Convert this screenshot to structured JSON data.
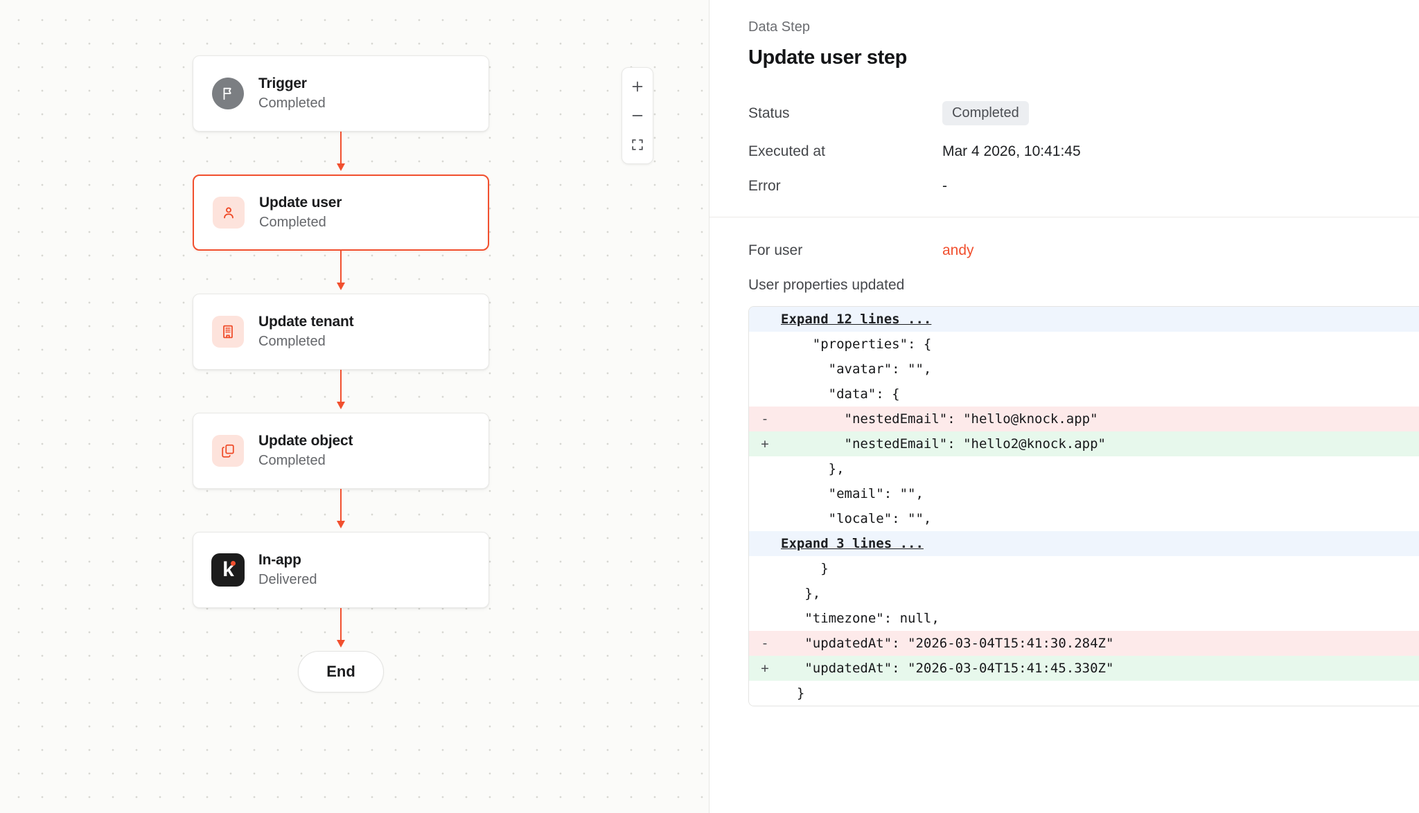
{
  "canvas": {
    "zoom_controls": {
      "zoom_in_label": "+",
      "zoom_out_label": "−",
      "fit_view_label": "fit-view"
    },
    "nodes": [
      {
        "title": "Trigger",
        "status": "Completed",
        "icon": "flag-icon",
        "icon_style": "circle-gray",
        "selected": false
      },
      {
        "title": "Update user",
        "status": "Completed",
        "icon": "user-icon",
        "icon_style": "soft-orange",
        "selected": true
      },
      {
        "title": "Update tenant",
        "status": "Completed",
        "icon": "building-icon",
        "icon_style": "soft-orange",
        "selected": false
      },
      {
        "title": "Update object",
        "status": "Completed",
        "icon": "copy-icon",
        "icon_style": "soft-orange",
        "selected": false
      },
      {
        "title": "In-app",
        "status": "Delivered",
        "icon": "knock-logo-icon",
        "icon_style": "knock-dark",
        "selected": false
      }
    ],
    "end_label": "End"
  },
  "panel": {
    "eyebrow": "Data Step",
    "title": "Update user step",
    "fields": [
      {
        "label": "Status",
        "value": "Completed",
        "kind": "badge"
      },
      {
        "label": "Executed at",
        "value": "Mar 4 2026, 10:41:45",
        "kind": "text"
      },
      {
        "label": "Error",
        "value": "-",
        "kind": "text"
      }
    ],
    "for_user_label": "For user",
    "for_user_value": "andy",
    "properties_label": "User properties updated",
    "diff": [
      {
        "marker": "",
        "type": "expand",
        "text": "Expand 12 lines ..."
      },
      {
        "marker": "",
        "type": "ctx",
        "text": "    \"properties\": {"
      },
      {
        "marker": "",
        "type": "ctx",
        "text": "      \"avatar\": \"\","
      },
      {
        "marker": "",
        "type": "ctx",
        "text": "      \"data\": {"
      },
      {
        "marker": "-",
        "type": "del",
        "text": "        \"nestedEmail\": \"hello@knock.app\""
      },
      {
        "marker": "+",
        "type": "add",
        "text": "        \"nestedEmail\": \"hello2@knock.app\""
      },
      {
        "marker": "",
        "type": "ctx",
        "text": "      },"
      },
      {
        "marker": "",
        "type": "ctx",
        "text": "      \"email\": \"\","
      },
      {
        "marker": "",
        "type": "ctx",
        "text": "      \"locale\": \"\","
      },
      {
        "marker": "",
        "type": "expand",
        "text": "Expand 3 lines ..."
      },
      {
        "marker": "",
        "type": "ctx",
        "text": "     }"
      },
      {
        "marker": "",
        "type": "ctx",
        "text": "   },"
      },
      {
        "marker": "",
        "type": "ctx",
        "text": "   \"timezone\": null,"
      },
      {
        "marker": "-",
        "type": "del",
        "text": "   \"updatedAt\": \"2026-03-04T15:41:30.284Z\""
      },
      {
        "marker": "+",
        "type": "add",
        "text": "   \"updatedAt\": \"2026-03-04T15:41:45.330Z\""
      },
      {
        "marker": "",
        "type": "ctx",
        "text": "  }"
      }
    ]
  },
  "colors": {
    "accent": "#f1502f",
    "add_bg": "#e7f8ec",
    "del_bg": "#fdeaea",
    "expand_bg": "#eff5fd"
  }
}
